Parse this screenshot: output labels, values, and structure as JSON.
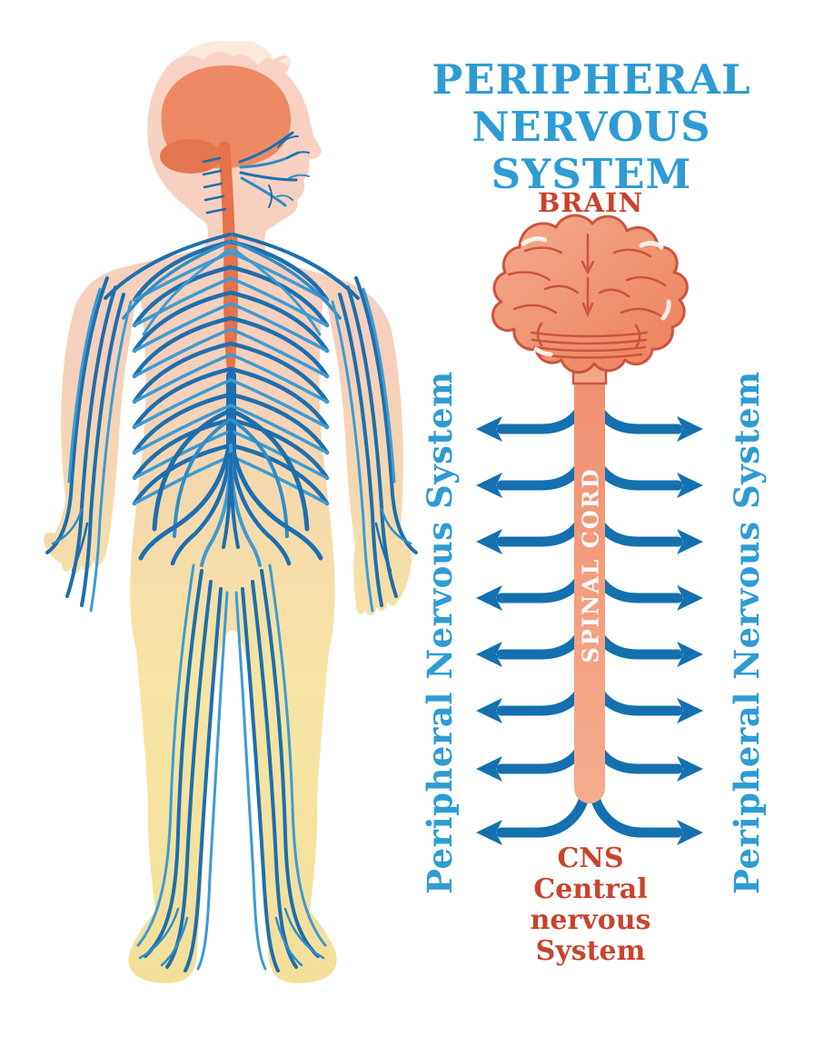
{
  "title": {
    "line1": "PERIPHERAL",
    "line2": "NERVOUS SYSTEM"
  },
  "labels": {
    "brain": "BRAIN",
    "spinal_cord": "SPINAL CORD",
    "left_vertical": "Peripheral Nervous System",
    "right_vertical": "Peripheral Nervous System",
    "cns_abbr": "CNS",
    "cns_line1": "Central",
    "cns_line2": "nervous",
    "cns_line3": "System"
  },
  "diagram": {
    "spinal_nerve_pairs_shown": 8,
    "arrow_row_y": [
      472,
      534,
      596,
      658,
      720,
      782,
      846,
      916
    ],
    "rib_pairs_shown": 9
  },
  "colors": {
    "blue_title": "#2E9CD4",
    "blue_arrow": "#1470AF",
    "blue_nerve_dark": "#1D6FAE",
    "blue_nerve_light": "#3D9BD2",
    "red_label": "#C9432C",
    "brain_outline": "#CE5340",
    "brain_fill_light": "#F5AB8D",
    "brain_fill_dark": "#EC8158",
    "spinal_cord_fill": "#F19C7E",
    "skin_pink": "#F8D2C5",
    "skin_yellow": "#F5E3A0",
    "body_brain": "#ED8A63",
    "body_cord_orange": "#E5724B",
    "body_cord_blue": "#1B6FB2",
    "background": "#FFFFFF"
  }
}
